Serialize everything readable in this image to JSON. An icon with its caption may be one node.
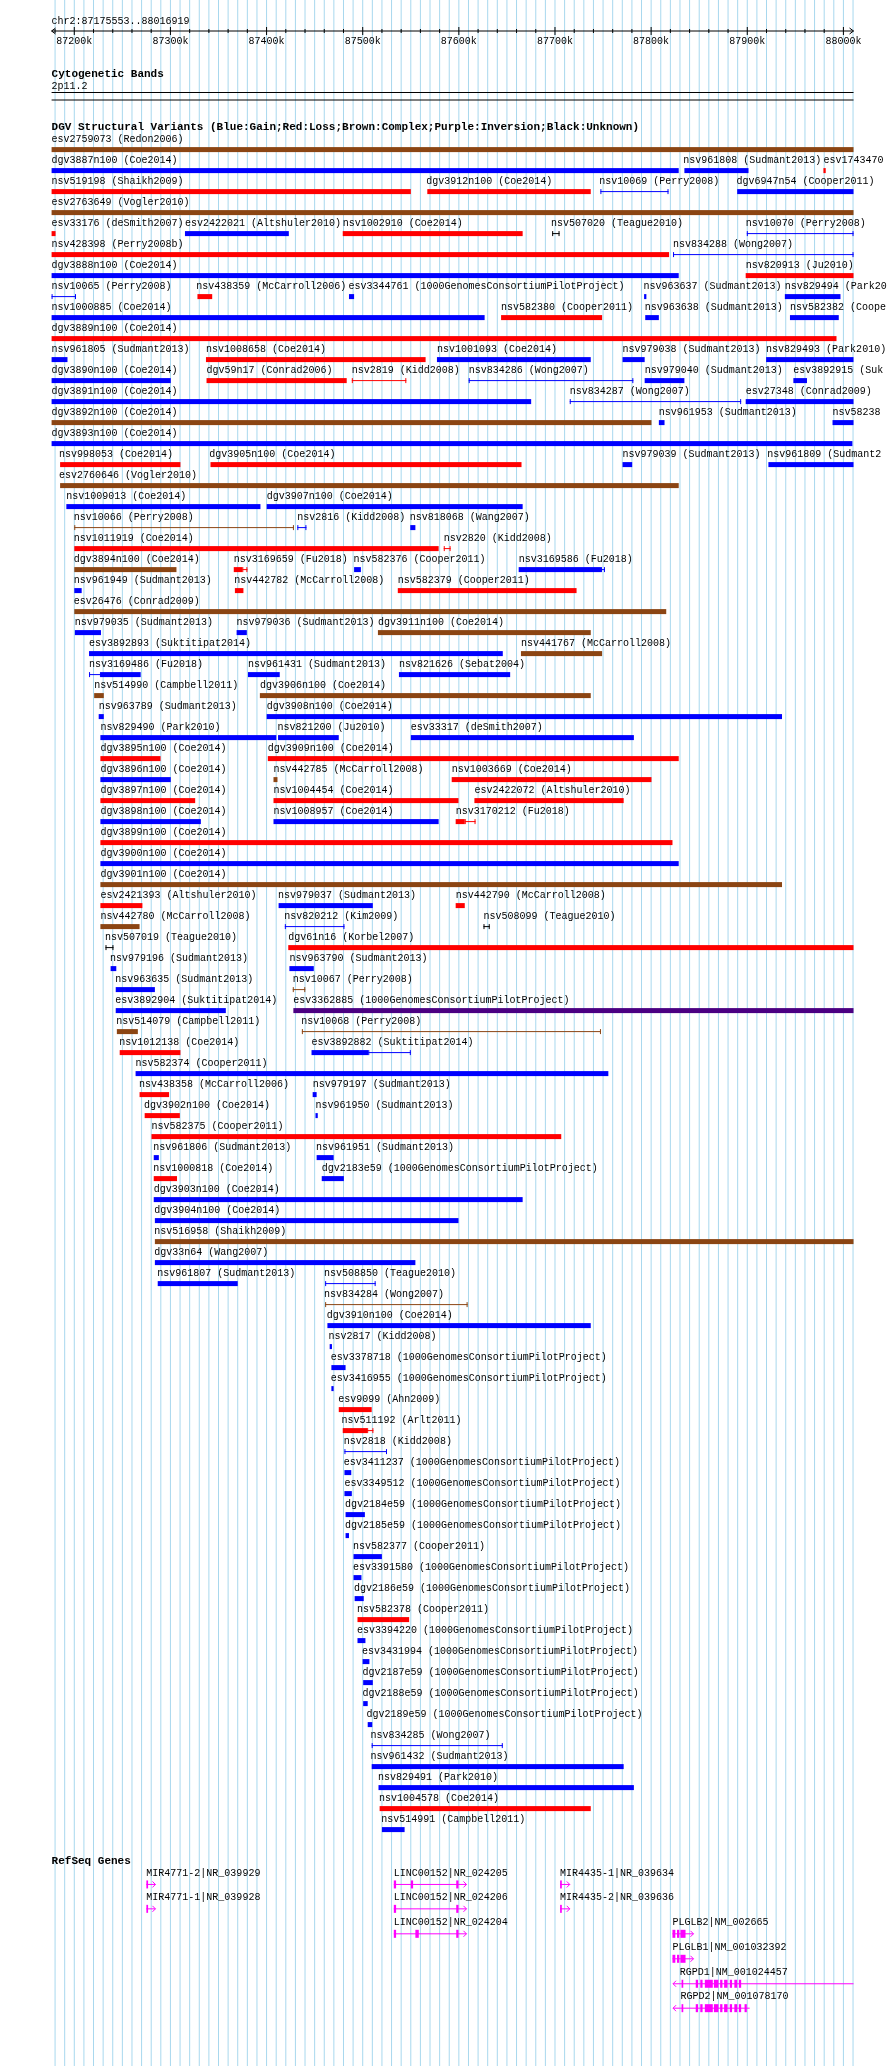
{
  "diagram": {
    "labels": [
      "chr2:87175553..88016919",
      "87200k",
      "87300k",
      "87400k",
      "87500k",
      "87600k",
      "87700k",
      "87800k",
      "87900k",
      "88000k",
      "Cytogenetic Bands",
      "2p11.2",
      "DGV Structural Variants (Blue:Gain;Red:Loss;Brown:Complex;Purple:Inversion;Black:Unknown)",
      "esv2759073 (Redon2006)",
      "dgv3887n100 (Coe2014)",
      "nsv961808 (Sudmant2013)",
      "esv1743470",
      "nsv519198 (Shaikh2009)",
      "dgv3912n100 (Coe2014)",
      "nsv10069 (Perry2008)",
      "dgv6947n54 (Cooper2011)",
      "esv2763649 (Vogler2010)",
      "esv33176 (deSmith2007)",
      "esv2422021 (Altshuler2010)",
      "nsv1002910 (Coe2014)",
      "nsv507020 (Teague2010)",
      "nsv10070 (Perry2008)",
      "nsv428398 (Perry2008b)",
      "nsv834288 (Wong2007)",
      "dgv3888n100 (Coe2014)",
      "nsv820913 (Ju2010)",
      "nsv10065 (Perry2008)",
      "nsv438359 (McCarroll2006)",
      "esv3344761 (1000GenomesConsortiumPilotProject)",
      "nsv963637 (Sudmant2013)",
      "nsv829494 (Park20",
      "nsv1000885 (Coe2014)",
      "nsv582380 (Cooper2011)",
      "nsv963638 (Sudmant2013)",
      "nsv582382 (Coope",
      "dgv3889n100 (Coe2014)",
      "nsv961805 (Sudmant2013)",
      "nsv1008658 (Coe2014)",
      "nsv1001093 (Coe2014)",
      "nsv979038 (Sudmant2013)",
      "nsv829493 (Park2010)",
      "dgv3890n100 (Coe2014)",
      "dgv59n17 (Conrad2006)",
      "nsv2819 (Kidd2008)",
      "nsv834286 (Wong2007)",
      "nsv979040 (Sudmant2013)",
      "esv3892915 (Suk",
      "dgv3891n100 (Coe2014)",
      "nsv834287 (Wong2007)",
      "esv27348 (Conrad2009)",
      "dgv3892n100 (Coe2014)",
      "nsv961953 (Sudmant2013)",
      "nsv58238",
      "dgv3893n100 (Coe2014)",
      "nsv998053 (Coe2014)",
      "dgv3905n100 (Coe2014)",
      "nsv979039 (Sudmant2013)",
      "nsv961809 (Sudmant2",
      "esv2760646 (Vogler2010)",
      "nsv1009013 (Coe2014)",
      "dgv3907n100 (Coe2014)",
      "nsv10066 (Perry2008)",
      "nsv2816 (Kidd2008)",
      "nsv818068 (Wang2007)",
      "nsv1011919 (Coe2014)",
      "nsv2820 (Kidd2008)",
      "dgv3894n100 (Coe2014)",
      "nsv3169659 (Fu2018)",
      "nsv582376 (Cooper2011)",
      "nsv3169586 (Fu2018)",
      "nsv961949 (Sudmant2013)",
      "nsv442782 (McCarroll2008)",
      "nsv582379 (Cooper2011)",
      "esv26476 (Conrad2009)",
      "nsv979035 (Sudmant2013)",
      "nsv979036 (Sudmant2013)",
      "dgv3911n100 (Coe2014)",
      "esv3892893 (Suktitipat2014)",
      "nsv441767 (McCarroll2008)",
      "nsv3169486 (Fu2018)",
      "nsv961431 (Sudmant2013)",
      "nsv821626 (Sebat2004)",
      "nsv514990 (Campbell2011)",
      "dgv3906n100 (Coe2014)",
      "nsv963789 (Sudmant2013)",
      "dgv3908n100 (Coe2014)",
      "nsv829490 (Park2010)",
      "nsv821200 (Ju2010)",
      "esv33317 (deSmith2007)",
      "dgv3895n100 (Coe2014)",
      "dgv3909n100 (Coe2014)",
      "dgv3896n100 (Coe2014)",
      "nsv442785 (McCarroll2008)",
      "nsv1003669 (Coe2014)",
      "dgv3897n100 (Coe2014)",
      "nsv1004454 (Coe2014)",
      "esv2422072 (Altshuler2010)",
      "dgv3898n100 (Coe2014)",
      "nsv1008957 (Coe2014)",
      "nsv3170212 (Fu2018)",
      "dgv3899n100 (Coe2014)",
      "dgv3900n100 (Coe2014)",
      "dgv3901n100 (Coe2014)",
      "esv2421393 (Altshuler2010)",
      "nsv979037 (Sudmant2013)",
      "nsv442790 (McCarroll2008)",
      "nsv442780 (McCarroll2008)",
      "nsv820212 (Kim2009)",
      "nsv508099 (Teague2010)",
      "nsv507019 (Teague2010)",
      "dgv61n16 (Korbel2007)",
      "nsv979196 (Sudmant2013)",
      "nsv963790 (Sudmant2013)",
      "nsv963635 (Sudmant2013)",
      "nsv10067 (Perry2008)",
      "esv3892904 (Suktitipat2014)",
      "esv3362885 (1000GenomesConsortiumPilotProject)",
      "nsv514079 (Campbell2011)",
      "nsv10068 (Perry2008)",
      "nsv1012138 (Coe2014)",
      "esv3892882 (Suktitipat2014)",
      "nsv582374 (Cooper2011)",
      "nsv438358 (McCarroll2006)",
      "nsv979197 (Sudmant2013)",
      "dgv3902n100 (Coe2014)",
      "nsv961950 (Sudmant2013)",
      "nsv582375 (Cooper2011)",
      "nsv961806 (Sudmant2013)",
      "nsv961951 (Sudmant2013)",
      "nsv1000818 (Coe2014)",
      "dgv2183e59 (1000GenomesConsortiumPilotProject)",
      "dgv3903n100 (Coe2014)",
      "dgv3904n100 (Coe2014)",
      "nsv516958 (Shaikh2009)",
      "dgv33n64 (Wang2007)",
      "nsv961807 (Sudmant2013)",
      "nsv508850 (Teague2010)",
      "nsv834284 (Wong2007)",
      "dgv3910n100 (Coe2014)",
      "nsv2817 (Kidd2008)",
      "esv3378718 (1000GenomesConsortiumPilotProject)",
      "esv3416955 (1000GenomesConsortiumPilotProject)",
      "esv9099 (Ahn2009)",
      "nsv511192 (Arlt2011)",
      "nsv2818 (Kidd2008)",
      "esv3411237 (1000GenomesConsortiumPilotProject)",
      "esv3349512 (1000GenomesConsortiumPilotProject)",
      "dgv2184e59 (1000GenomesConsortiumPilotProject)",
      "dgv2185e59 (1000GenomesConsortiumPilotProject)",
      "nsv582377 (Cooper2011)",
      "esv3391580 (1000GenomesConsortiumPilotProject)",
      "dgv2186e59 (1000GenomesConsortiumPilotProject)",
      "nsv582378 (Cooper2011)",
      "esv3394220 (1000GenomesConsortiumPilotProject)",
      "esv3431994 (1000GenomesConsortiumPilotProject)",
      "dgv2187e59 (1000GenomesConsortiumPilotProject)",
      "dgv2188e59 (1000GenomesConsortiumPilotProject)",
      "dgv2189e59 (1000GenomesConsortiumPilotProject)",
      "nsv834285 (Wong2007)",
      "nsv961432 (Sudmant2013)",
      "nsv829491 (Park2010)",
      "nsv1004578 (Coe2014)",
      "nsv514991 (Campbell2011)",
      "RefSeq Genes",
      "MIR4771-2|NR_039929",
      "LINC00152|NR_024205",
      "MIR4435-1|NR_039634",
      "MIR4771-1|NR_039928",
      "LINC00152|NR_024206",
      "MIR4435-2|NR_039636",
      "LINC00152|NR_024204",
      "PLGLB2|NM_002665",
      "PLGLB1|NM_001032392",
      "RGPD1|NM_001024457",
      "RGPD2|NM_001078170"
    ]
  }
}
